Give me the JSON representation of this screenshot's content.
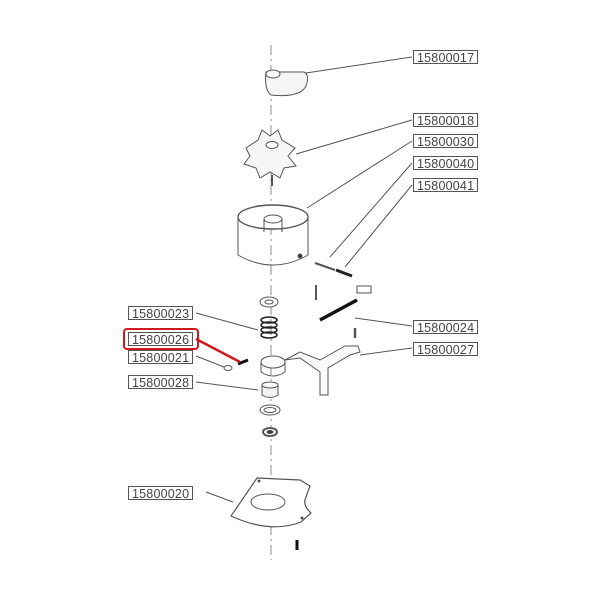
{
  "diagram": {
    "type": "exploded-parts-diagram",
    "highlight_color": "#d0191f",
    "line_color": "#555555",
    "highlighted_part": "15800026",
    "parts": [
      {
        "id": "p17",
        "number": "15800017"
      },
      {
        "id": "p18",
        "number": "15800018"
      },
      {
        "id": "p30",
        "number": "15800030"
      },
      {
        "id": "p40",
        "number": "15800040"
      },
      {
        "id": "p41",
        "number": "15800041"
      },
      {
        "id": "p23",
        "number": "15800023"
      },
      {
        "id": "p26",
        "number": "15800026"
      },
      {
        "id": "p21",
        "number": "15800021"
      },
      {
        "id": "p28",
        "number": "15800028"
      },
      {
        "id": "p24",
        "number": "15800024"
      },
      {
        "id": "p27",
        "number": "15800027"
      },
      {
        "id": "p20",
        "number": "15800020"
      }
    ]
  }
}
